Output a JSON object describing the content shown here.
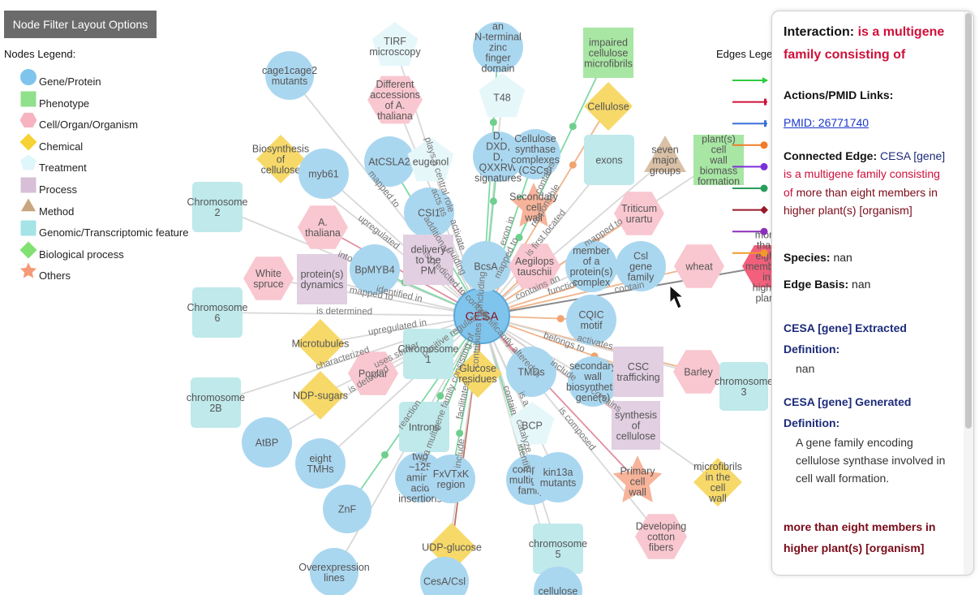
{
  "toolbar": {
    "options_label": "Node Filter Layout Options"
  },
  "nodes_legend": {
    "title": "Nodes Legend:",
    "items": [
      {
        "label": "Gene/Protein",
        "shape": "circle",
        "color": "#7fc4ec"
      },
      {
        "label": "Phenotype",
        "shape": "square",
        "color": "#90e08c"
      },
      {
        "label": "Cell/Organ/Organism",
        "shape": "hexagon",
        "color": "#f7b3c0"
      },
      {
        "label": "Chemical",
        "shape": "diamond",
        "color": "#f7d234"
      },
      {
        "label": "Treatment",
        "shape": "pentagon",
        "color": "#dff6fb"
      },
      {
        "label": "Process",
        "shape": "square",
        "color": "#d8bfd8"
      },
      {
        "label": "Method",
        "shape": "triangle",
        "color": "#c8a57e"
      },
      {
        "label": "Genomic/Transcriptomic feature",
        "shape": "roundsquare",
        "color": "#a4e4e6"
      },
      {
        "label": "Biological process",
        "shape": "diamond",
        "color": "#80e070"
      },
      {
        "label": "Others",
        "shape": "star",
        "color": "#f49a78"
      }
    ]
  },
  "edges_legend": {
    "title": "Edges Lege",
    "colors": [
      "#2ecc40",
      "#d0103a",
      "#3a6fd8",
      "#f07c2a",
      "#7b2fd8",
      "#2a9d5c",
      "#9a1a2a",
      "#8a2fb8",
      "#f09a2a"
    ]
  },
  "graph": {
    "nodes": [
      {
        "label": "CESA",
        "type": "circle",
        "color": "#7fc4ec",
        "center": true
      },
      {
        "label": "cage1cage2\nmutants",
        "type": "circle",
        "color": "#aad7f0"
      },
      {
        "label": "TIRF\nmicroscopy",
        "type": "pentagon",
        "color": "#e6f7fa"
      },
      {
        "label": "an\nN-terminal\nzinc\nfinger\ndomain",
        "type": "circle",
        "color": "#aad7f0"
      },
      {
        "label": "impaired\ncellulose\nmicrofibrils",
        "type": "square",
        "color": "#a8e6a4"
      },
      {
        "label": "Different\naccessions\nof A.\nthaliana",
        "type": "hexagon",
        "color": "#f9c7d0"
      },
      {
        "label": "T48",
        "type": "pentagon",
        "color": "#e6f7fa"
      },
      {
        "label": "Cellulose",
        "type": "diamond",
        "color": "#f7d96a"
      },
      {
        "label": "Biosynthesis\nof\ncellulose",
        "type": "diamond",
        "color": "#f7d96a"
      },
      {
        "label": "myb61",
        "type": "circle",
        "color": "#aad7f0"
      },
      {
        "label": "AtCSLA2",
        "type": "circle",
        "color": "#aad7f0"
      },
      {
        "label": "eugenol",
        "type": "pentagon",
        "color": "#e6f7fa"
      },
      {
        "label": "D,\nDXD,\nD,\nQXXRW\nsignatures",
        "type": "circle",
        "color": "#aad7f0"
      },
      {
        "label": "Cellulose\nsynthase\ncomplexes\n(CSCs)",
        "type": "circle",
        "color": "#aad7f0"
      },
      {
        "label": "exons",
        "type": "roundsquare",
        "color": "#bfe9eb"
      },
      {
        "label": "seven\nmajor\ngroups",
        "type": "triangle",
        "color": "#d9c0a6"
      },
      {
        "label": "plant(s)\ncell\nwall\nbiomass\nformation",
        "type": "square",
        "color": "#a8e6a4"
      },
      {
        "label": "Chromosome\n2",
        "type": "roundsquare",
        "color": "#bfe9eb"
      },
      {
        "label": "A.\nthaliana",
        "type": "hexagon",
        "color": "#f9c7d0"
      },
      {
        "label": "CSI1",
        "type": "circle",
        "color": "#aad7f0"
      },
      {
        "label": "Secondary\ncell\nwall",
        "type": "star",
        "color": "#f7b49a"
      },
      {
        "label": "Triticum\nurartu",
        "type": "hexagon",
        "color": "#f9c7d0"
      },
      {
        "label": "White\nspruce",
        "type": "hexagon",
        "color": "#f9c7d0"
      },
      {
        "label": "protein(s)\ndynamics",
        "type": "square",
        "color": "#e2cfe2"
      },
      {
        "label": "BpMYB4",
        "type": "circle",
        "color": "#aad7f0"
      },
      {
        "label": "delivery\nto the\nPM",
        "type": "square",
        "color": "#e2cfe2"
      },
      {
        "label": "BcsA",
        "type": "circle",
        "color": "#aad7f0"
      },
      {
        "label": "Aegilops\ntauschii",
        "type": "hexagon",
        "color": "#f9c7d0"
      },
      {
        "label": "member\nof a\nprotein(s)\ncomplex",
        "type": "circle",
        "color": "#aad7f0"
      },
      {
        "label": "Csl\ngene\nfamily",
        "type": "circle",
        "color": "#aad7f0"
      },
      {
        "label": "wheat",
        "type": "hexagon",
        "color": "#f9c7d0"
      },
      {
        "label": "more\nthan\neight\nmembers\nin\nhigher\nplant",
        "type": "hexagon",
        "color": "#f2607c"
      },
      {
        "label": "Chromosome\n6",
        "type": "roundsquare",
        "color": "#bfe9eb"
      },
      {
        "label": "CQIC\nmotif",
        "type": "circle",
        "color": "#aad7f0"
      },
      {
        "label": "Microtubules",
        "type": "diamond",
        "color": "#f7d96a"
      },
      {
        "label": "Chromosome\n1",
        "type": "roundsquare",
        "color": "#bfe9eb"
      },
      {
        "label": "Poplar",
        "type": "hexagon",
        "color": "#f9c7d0"
      },
      {
        "label": "Glucose\nresidues",
        "type": "diamond",
        "color": "#f7d96a"
      },
      {
        "label": "TMDs",
        "type": "circle",
        "color": "#aad7f0"
      },
      {
        "label": "secondary\nwall\nbiosynthetic\ngene(s)",
        "type": "circle",
        "color": "#aad7f0"
      },
      {
        "label": "CSC\ntrafficking",
        "type": "square",
        "color": "#e2cfe2"
      },
      {
        "label": "Barley",
        "type": "hexagon",
        "color": "#f9c7d0"
      },
      {
        "label": "chromosome\n3",
        "type": "roundsquare",
        "color": "#bfe9eb"
      },
      {
        "label": "NDP-sugars",
        "type": "diamond",
        "color": "#f7d96a"
      },
      {
        "label": "chromosome\n2B",
        "type": "roundsquare",
        "color": "#bfe9eb"
      },
      {
        "label": "Introns",
        "type": "roundsquare",
        "color": "#bfe9eb"
      },
      {
        "label": "synthesis\nof\ncellulose",
        "type": "square",
        "color": "#e2cfe2"
      },
      {
        "label": "AtBP",
        "type": "circle",
        "color": "#aad7f0"
      },
      {
        "label": "eight\nTMHs",
        "type": "circle",
        "color": "#aad7f0"
      },
      {
        "label": "two\n~125\namino\nacid\ninsertions",
        "type": "circle",
        "color": "#aad7f0"
      },
      {
        "label": "FxVTxK\nregion",
        "type": "circle",
        "color": "#aad7f0"
      },
      {
        "label": "BCP",
        "type": "pentagon",
        "color": "#e6f7fa"
      },
      {
        "label": "complex\nmultigene\nfamily",
        "type": "circle",
        "color": "#aad7f0"
      },
      {
        "label": "kin13a\nmutants",
        "type": "circle",
        "color": "#aad7f0"
      },
      {
        "label": "Primary\ncell\nwall",
        "type": "star",
        "color": "#f7b49a"
      },
      {
        "label": "microfibrils\nin the\ncell\nwall",
        "type": "diamond",
        "color": "#f7d96a"
      },
      {
        "label": "ZnF",
        "type": "circle",
        "color": "#aad7f0"
      },
      {
        "label": "UDP-glucose",
        "type": "diamond",
        "color": "#f7d96a"
      },
      {
        "label": "chromosome\n5",
        "type": "roundsquare",
        "color": "#bfe9eb"
      },
      {
        "label": "Developing\ncotton\nfibers",
        "type": "hexagon",
        "color": "#f9c7d0"
      },
      {
        "label": "Overexpression\nlines",
        "type": "circle",
        "color": "#aad7f0"
      },
      {
        "label": "CesA/Csl",
        "type": "circle",
        "color": "#aad7f0"
      },
      {
        "label": "cellulose",
        "type": "circle",
        "color": "#aad7f0"
      }
    ],
    "edge_labels": [
      "mapped to",
      "contains",
      "responsible",
      "additional",
      "exon in",
      "mapped to",
      "guiding",
      "mapped to",
      "is predicted to contain",
      "contains an",
      "contain",
      "upregulated in",
      "contributes",
      "belongs to",
      "uses similar",
      "include",
      "is a multigene family consisting of",
      "contain",
      "contains",
      "catalyze",
      "include",
      "plays a central role",
      "acts as",
      "upregulated",
      "activate",
      "is first located",
      "into",
      "mapped to",
      "identified in",
      "including",
      "function",
      "is determined",
      "positive regulated",
      "significantly altered in",
      "activates",
      "characterized",
      "is detected",
      "facilitates",
      "is a",
      "reaction",
      "is composed",
      "identify"
    ]
  },
  "panel": {
    "title_prefix": "Interaction:",
    "title_value": "is a multigene family consisting of",
    "links_heading": "Actions/PMID Links:",
    "pmid_link": "PMID: 26771740",
    "connected_heading": "Connected Edge:",
    "connected_source": "CESA [gene]",
    "connected_relation": "is a multigene family consisting of",
    "connected_target": "more than eight members in higher plant(s) [organism]",
    "species_label": "Species:",
    "species_value": "nan",
    "basis_label": "Edge Basis:",
    "basis_value": "nan",
    "extracted_heading": "CESA [gene] Extracted Definition:",
    "extracted_value": "nan",
    "generated_heading": "CESA [gene] Generated Definition:",
    "generated_value": "A gene family encoding cellulose synthase involved in cell wall formation.",
    "org_heading": "more than eight members in higher plant(s) [organism]"
  }
}
